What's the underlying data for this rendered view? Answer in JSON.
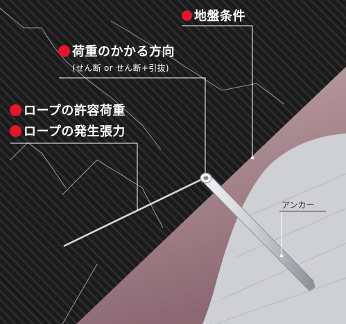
{
  "colors": {
    "bullet": "#e8142a",
    "text": "#ffffff",
    "background": "#1a1a1a",
    "stripe": "#2c2c2c",
    "rock_top": "#c2a7aa",
    "rock_bottom": "#8c6873",
    "anchor_zone": "#cfd0d3",
    "rod": "#d9dbde",
    "anchor_text": "#333333"
  },
  "labels": {
    "ground_conditions": "地盤条件",
    "load_direction": "荷重のかかる方向",
    "load_direction_sub": "(せん断 or せん断+引抜)",
    "rope_allowable_load": "ロープの許容荷重",
    "rope_tension": "ロープの発生張力",
    "anchor": "アンカー"
  },
  "icons": {
    "bullet": "red-circle-bullet",
    "leader": "leader-line"
  }
}
